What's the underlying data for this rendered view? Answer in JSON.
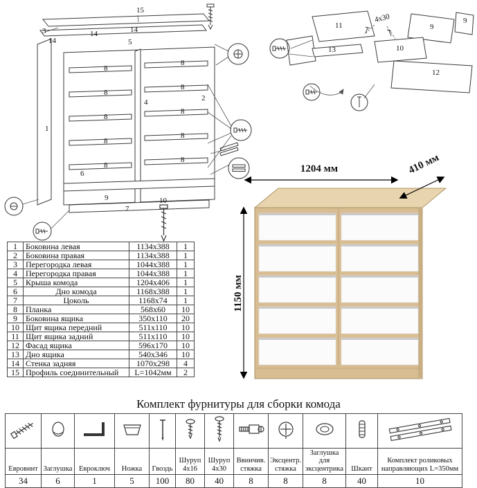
{
  "parts_table": {
    "rows": [
      {
        "num": "1",
        "name": "Боковина левая",
        "size": "1134x388",
        "qty": "1"
      },
      {
        "num": "2",
        "name": "Боковина правая",
        "size": "1134x388",
        "qty": "1"
      },
      {
        "num": "3",
        "name": "Перегородка левая",
        "size": "1044x388",
        "qty": "1"
      },
      {
        "num": "4",
        "name": "Перегородка правая",
        "size": "1044x388",
        "qty": "1"
      },
      {
        "num": "5",
        "name": "Крыша комода",
        "size": "1204x406",
        "qty": "1"
      },
      {
        "num": "6",
        "name": "Дно комода",
        "size": "1168x388",
        "qty": "1"
      },
      {
        "num": "7",
        "name": "Цоколь",
        "size": "1168x74",
        "qty": "1"
      },
      {
        "num": "8",
        "name": "Планка",
        "size": "568x60",
        "qty": "10"
      },
      {
        "num": "9",
        "name": "Боковина ящика",
        "size": "350x110",
        "qty": "20"
      },
      {
        "num": "10",
        "name": "Щит ящика передний",
        "size": "511x110",
        "qty": "10"
      },
      {
        "num": "11",
        "name": "Щит ящика задний",
        "size": "511x110",
        "qty": "10"
      },
      {
        "num": "12",
        "name": "Фасад ящика",
        "size": "596x170",
        "qty": "10"
      },
      {
        "num": "13",
        "name": "Дно ящика",
        "size": "540x346",
        "qty": "10"
      },
      {
        "num": "14",
        "name": "Стенка задняя",
        "size": "1070x298",
        "qty": "4"
      },
      {
        "num": "15",
        "name": "Профиль соединительный",
        "size": "L=1042мм",
        "qty": "2"
      }
    ]
  },
  "render": {
    "width_label": "1204 мм",
    "depth_label": "410 мм",
    "height_label": "1150 мм"
  },
  "main_diagram": {
    "labels": [
      "15",
      "3",
      "14",
      "14",
      "5",
      "14",
      "8",
      "8",
      "2",
      "4",
      "8",
      "8",
      "8",
      "8",
      "1",
      "8",
      "8",
      "8",
      "8",
      "6",
      "9",
      "7",
      "10"
    ]
  },
  "drawer_diagram": {
    "labels": [
      "11",
      "9",
      "9",
      "4x30",
      "13",
      "10",
      "12"
    ]
  },
  "hardware": {
    "title": "Комплект фурнитуры для сборки комода",
    "items": [
      {
        "name": "Евровинт",
        "qty": "34"
      },
      {
        "name": "Заглушка",
        "qty": "6"
      },
      {
        "name": "Евроключ",
        "qty": "1"
      },
      {
        "name": "Ножка",
        "qty": "5"
      },
      {
        "name": "Гвоздь",
        "qty": "100"
      },
      {
        "name": "Шуруп 4x16",
        "qty": "80"
      },
      {
        "name": "Шуруп 4x30",
        "qty": "40"
      },
      {
        "name": "Ввинчив. стяжка",
        "qty": "8"
      },
      {
        "name": "Эксцентр. стяжка",
        "qty": "8"
      },
      {
        "name": "Заглушка для эксцентрика",
        "qty": "8"
      },
      {
        "name": "Шкант",
        "qty": "40"
      },
      {
        "name": "Комплект роликовых направляющих L=350мм",
        "qty": "10"
      }
    ]
  }
}
